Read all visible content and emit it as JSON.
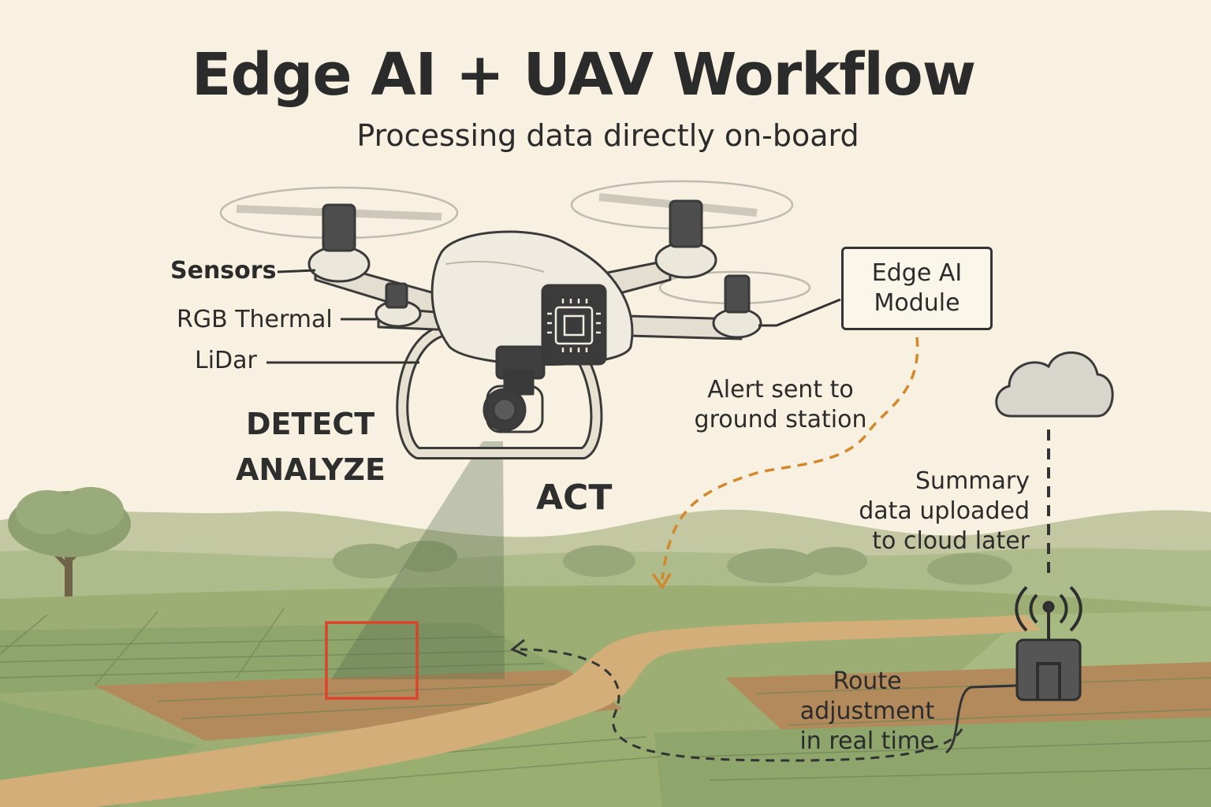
{
  "header": {
    "title": "Edge AI + UAV Workflow",
    "subtitle": "Processing data directly on-board"
  },
  "labels": {
    "sensors": "Sensors",
    "rgb_thermal": "RGB Thermal",
    "lidar": "LiDar",
    "detect": "DETECT",
    "analyze": "ANALYZE",
    "act": "ACT"
  },
  "module": {
    "line1": "Edge AI",
    "line2": "Module"
  },
  "annotations": {
    "alert_line1": "Alert sent to",
    "alert_line2": "ground station",
    "summary_line1": "Summary",
    "summary_line2": "data uploaded",
    "summary_line3": "to cloud later",
    "route_line1": "Route",
    "route_line2": "adjustment",
    "route_line3": "in real time"
  },
  "colors": {
    "alert_path": "#d4882b",
    "detection_box": "#d9452b",
    "field_green": "#8ea56c",
    "field_brown": "#b38a5c",
    "sky": "#f8f1e1"
  },
  "icons": [
    "drone-icon",
    "chip-icon",
    "cloud-icon",
    "ground-station-icon",
    "signal-icon",
    "tree-icon"
  ]
}
